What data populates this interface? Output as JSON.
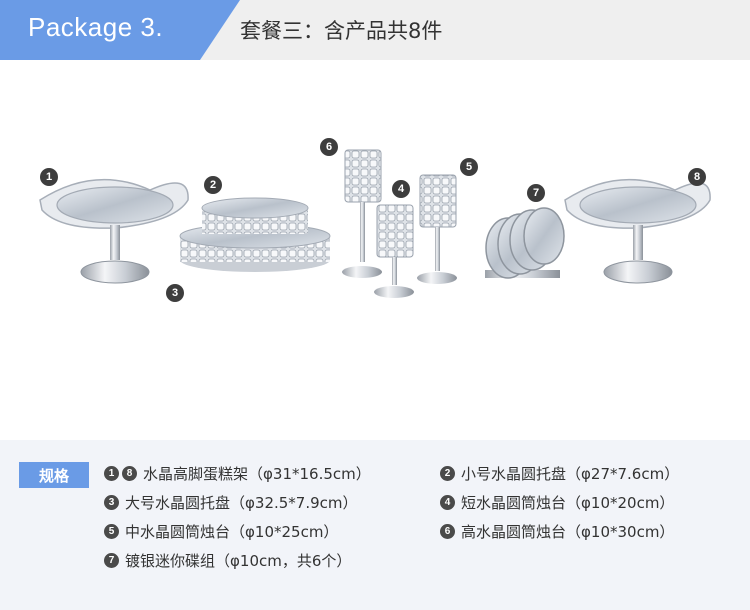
{
  "header": {
    "tab_label": "Package 3.",
    "title": "套餐三：含产品共8件"
  },
  "colors": {
    "tab_blue": "#6a9be6",
    "header_bg": "#efefef",
    "spec_bg": "#f2f4f9",
    "marker_bg": "#3d3d3d"
  },
  "markers": [
    "1",
    "2",
    "3",
    "4",
    "5",
    "6",
    "7",
    "8"
  ],
  "spec": {
    "label": "规格",
    "items": [
      {
        "badges": [
          "1",
          "8"
        ],
        "text": "水晶高脚蛋糕架（φ31*16.5cm）"
      },
      {
        "badges": [
          "2"
        ],
        "text": "小号水晶圆托盘（φ27*7.6cm）"
      },
      {
        "badges": [
          "3"
        ],
        "text": "大号水晶圆托盘（φ32.5*7.9cm）"
      },
      {
        "badges": [
          "4"
        ],
        "text": "短水晶圆筒烛台（φ10*20cm）"
      },
      {
        "badges": [
          "5"
        ],
        "text": "中水晶圆筒烛台（φ10*25cm）"
      },
      {
        "badges": [
          "6"
        ],
        "text": "高水晶圆筒烛台（φ10*30cm）"
      },
      {
        "badges": [
          "7"
        ],
        "text": "镀银迷你碟组（φ10cm，共6个）"
      }
    ]
  }
}
